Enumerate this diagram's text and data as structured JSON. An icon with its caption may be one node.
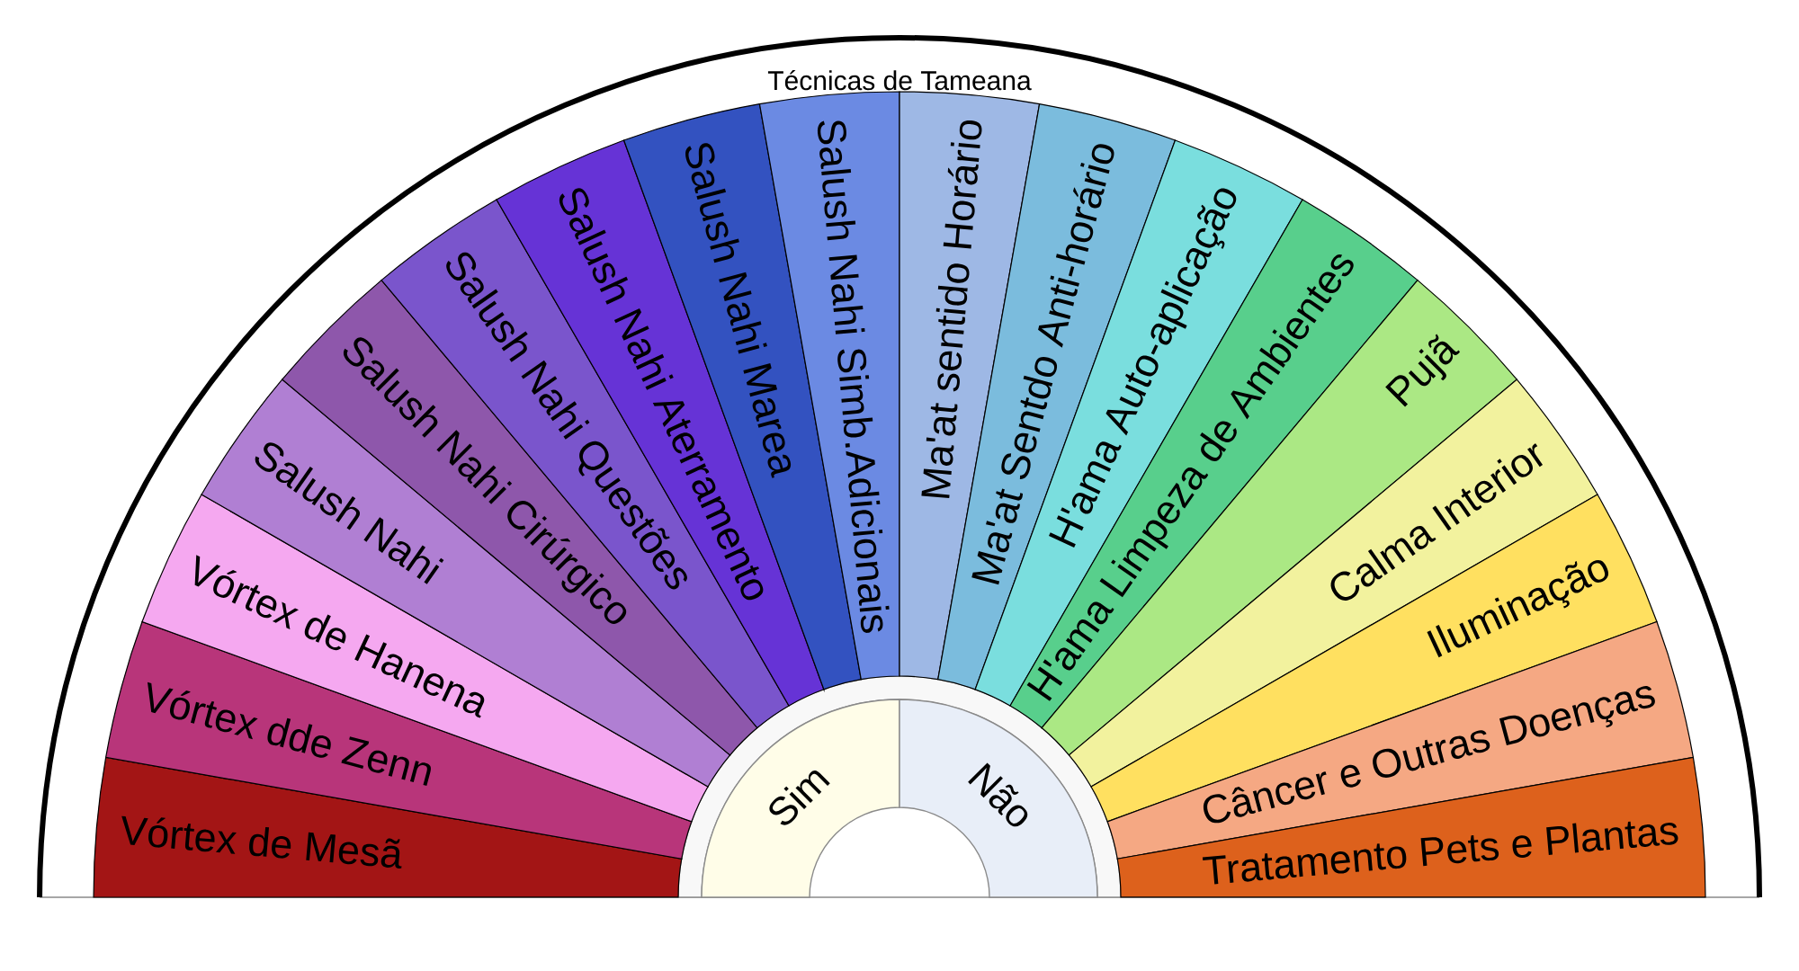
{
  "diagram": {
    "title": "Técnicas de Tameana",
    "nodes": [
      {
        "text": [
          "Vórtex de Mesã"
        ]
      },
      {
        "text": [
          "Vórtex dde Zenn"
        ]
      },
      {
        "text": [
          "Vórtex de Hanena"
        ]
      },
      {
        "text": [
          "Salush Nahi"
        ]
      },
      {
        "text": [
          "Salush Nahi Cirúrgico"
        ]
      },
      {
        "text": [
          "Salush Nahi Questões"
        ]
      },
      {
        "text": [
          "Salush Nahi Aterramento"
        ]
      },
      {
        "text": [
          "Salush Nahi Marea"
        ]
      },
      {
        "text": [
          "Salush Nahi Simb.Adicionais"
        ]
      },
      {
        "text": [
          "Ma'at sentido Horário"
        ]
      },
      {
        "text": [
          "Ma'at Sentdo Anti-horário"
        ]
      },
      {
        "text": [
          "H'ama Auto-aplicação"
        ]
      },
      {
        "text": [
          "H'ama Limpeza de Ambientes"
        ]
      },
      {
        "text": [
          "Pujã"
        ]
      },
      {
        "text": [
          "Calma Interior"
        ]
      },
      {
        "text": [
          "Iluminação"
        ]
      },
      {
        "text": [
          "Câncer e Outras Doenças"
        ]
      },
      {
        "text": [
          "Tratamento Pets e Plantas"
        ]
      },
      {
        "text": [
          "Sim"
        ]
      },
      {
        "text": [
          "Não"
        ]
      }
    ]
  }
}
